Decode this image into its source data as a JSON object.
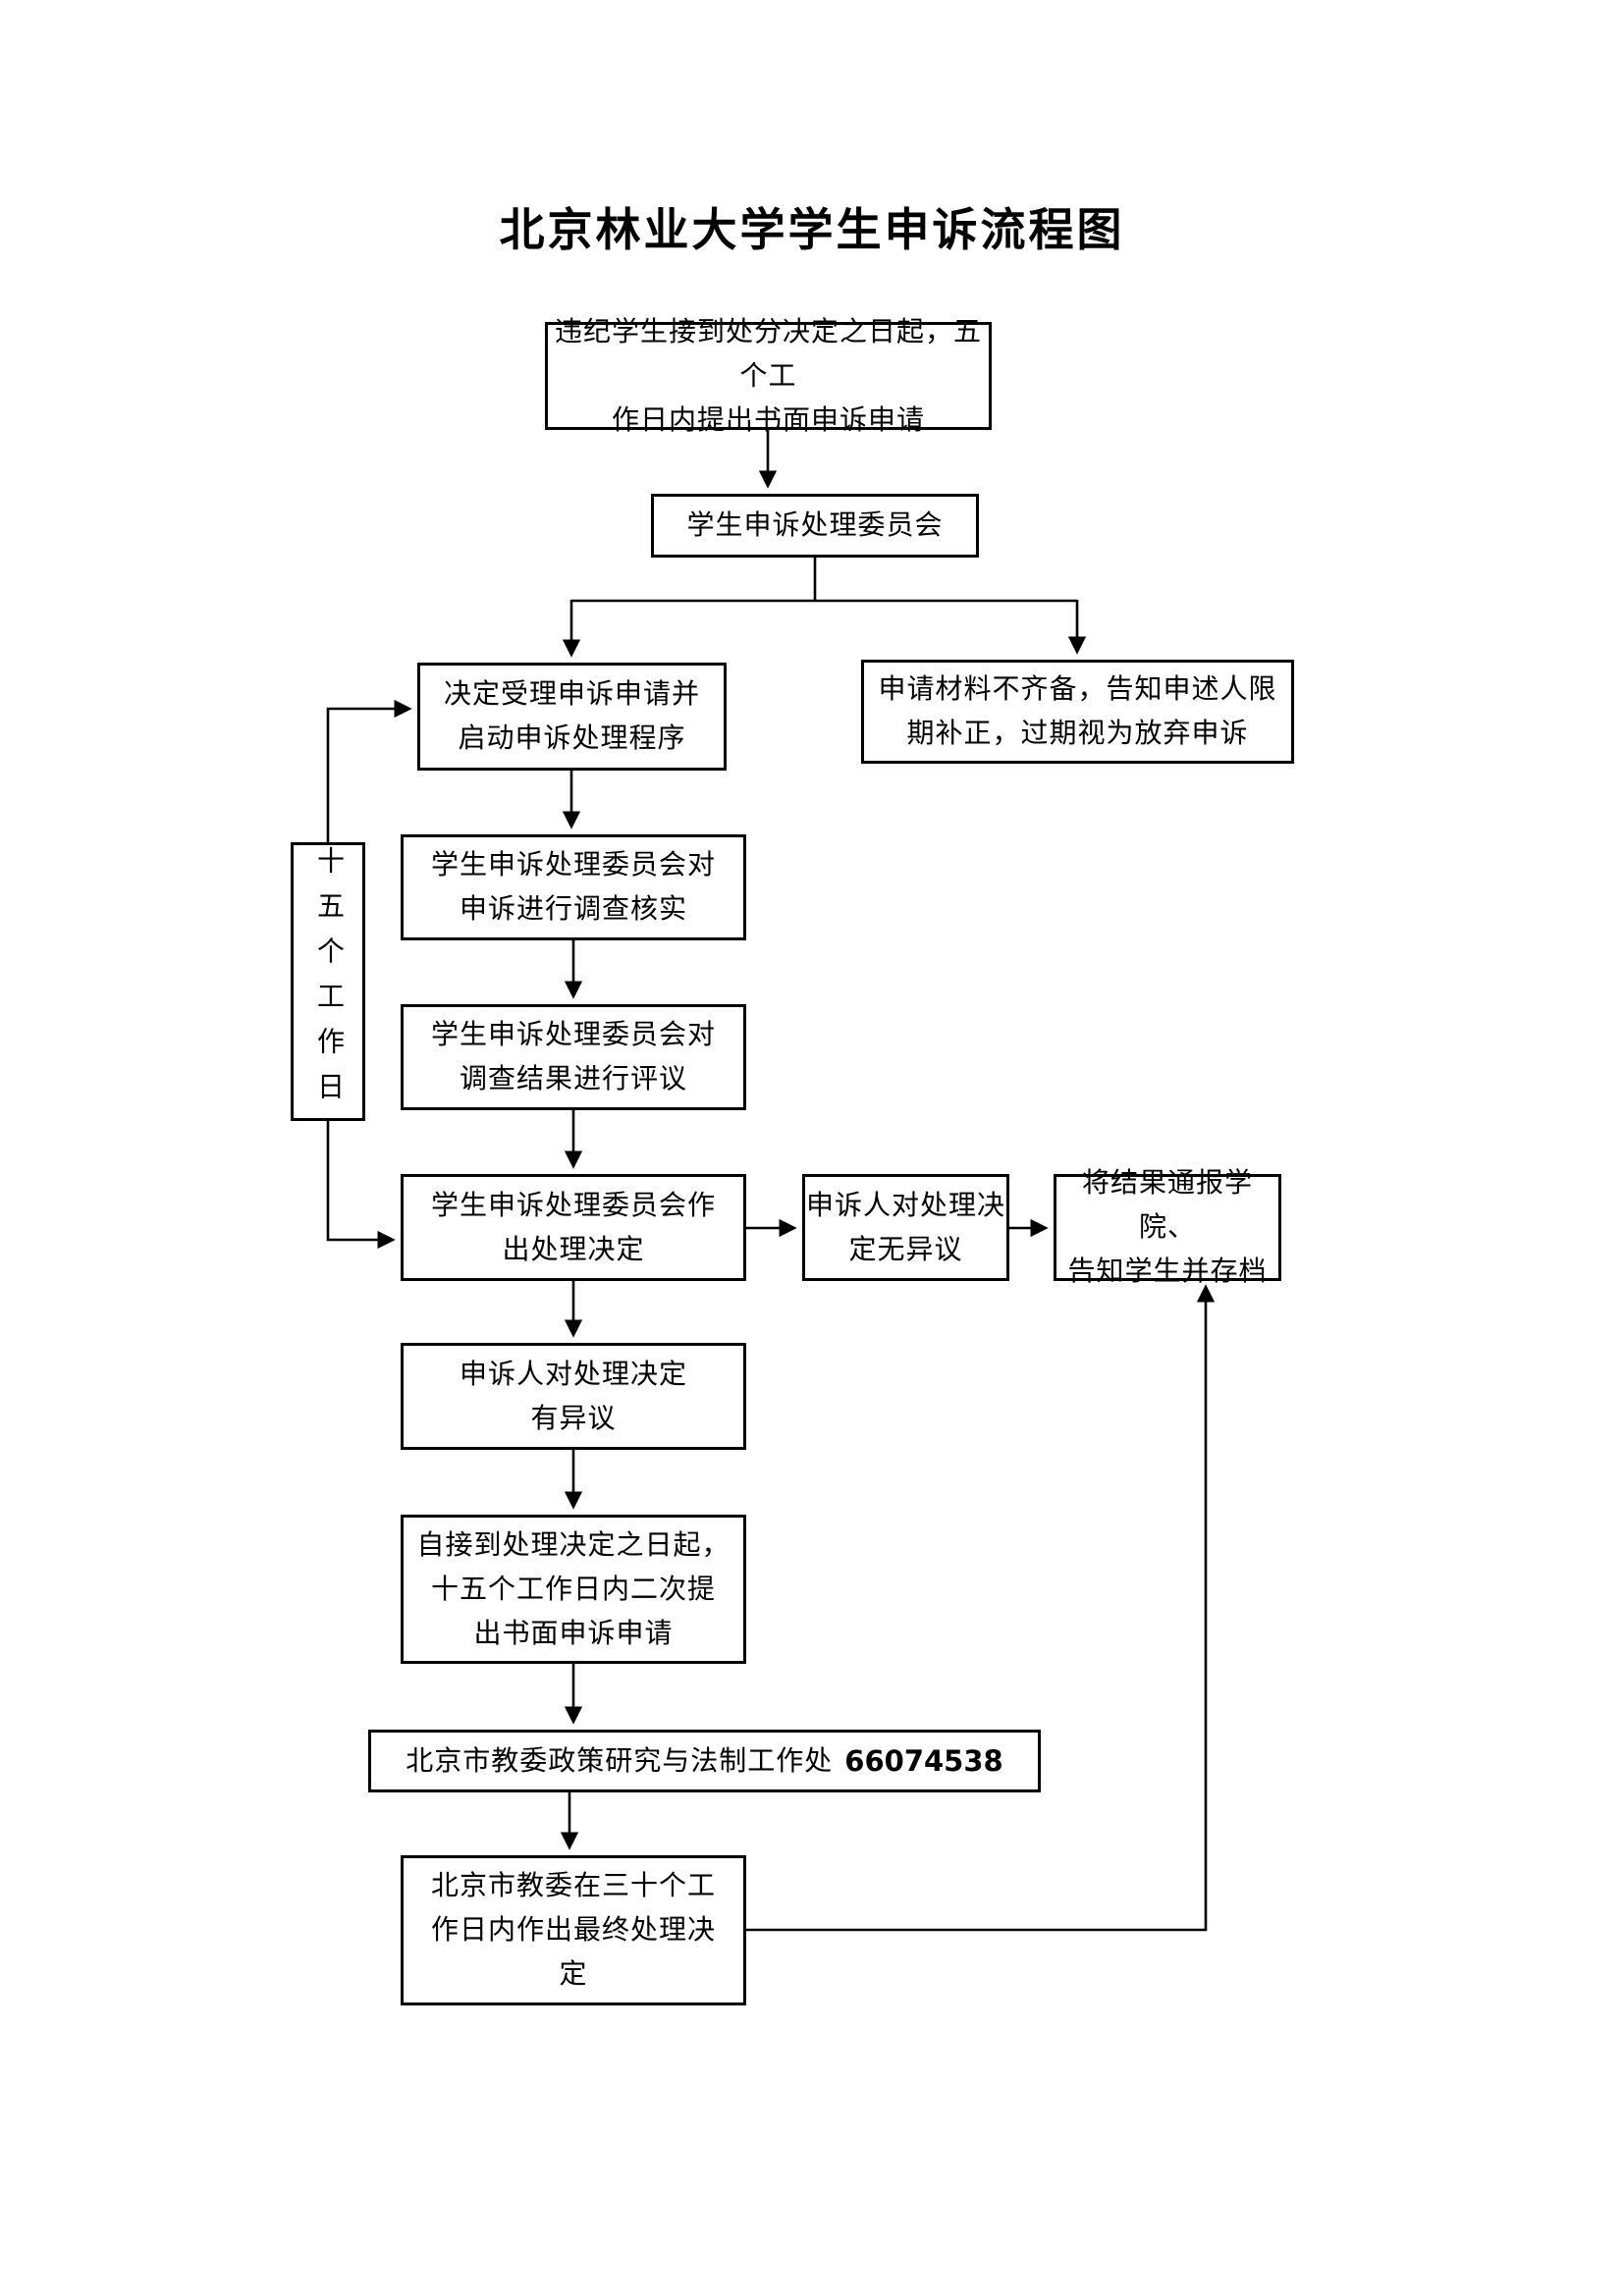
{
  "title": "北京林业大学学生申诉流程图",
  "flowchart": {
    "nodes": {
      "start": {
        "label": "违纪学生接到处分决定之日起，五个工\n作日内提出书面申诉申请"
      },
      "committee": {
        "label": "学生申诉处理委员会"
      },
      "accept": {
        "label": "决定受理申诉申请并\n启动申诉处理程序"
      },
      "incomplete": {
        "label": "申请材料不齐备，告知申述人限\n期补正，过期视为放弃申诉"
      },
      "investigate": {
        "label": "学生申诉处理委员会对\n申诉进行调查核实"
      },
      "review": {
        "label": "学生申诉处理委员会对\n调查结果进行评议"
      },
      "decision": {
        "label": "学生申诉处理委员会作\n出处理决定"
      },
      "no_objection": {
        "label": "申诉人对处理决\n定无异议"
      },
      "archive": {
        "label": "将结果通报学院、\n告知学生并存档"
      },
      "objection": {
        "label": "申诉人对处理决定\n有异议"
      },
      "second_appeal": {
        "label": "自接到处理决定之日起，\n十五个工作日内二次提\n出书面申诉申请"
      },
      "municipal_office": {
        "label": "北京市教委政策研究与法制工作处",
        "phone": "66074538"
      },
      "final_decision": {
        "label": "北京市教委在三十个工\n作日内作出最终处理决\n定"
      },
      "fifteen_days": {
        "label": "十五个工作日"
      }
    },
    "line_color": "#000000"
  }
}
